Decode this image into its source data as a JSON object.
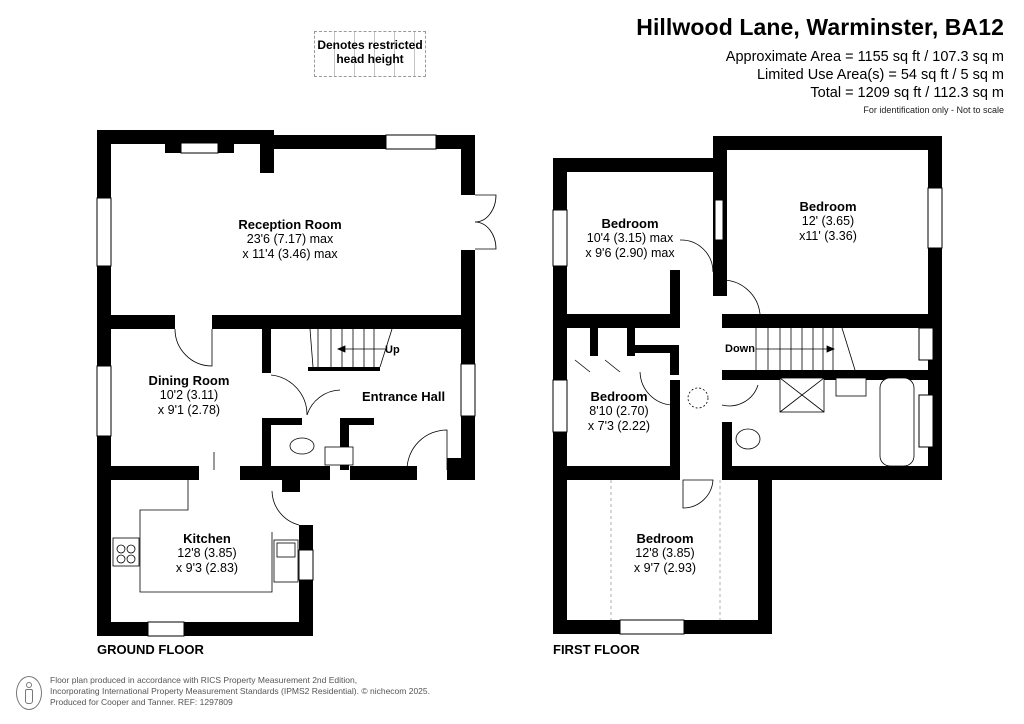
{
  "header": {
    "title": "Hillwood Lane, Warminster, BA12",
    "approximate_area": "Approximate Area = 1155 sq ft / 107.3 sq m",
    "limited_use_area": "Limited Use Area(s) = 54 sq ft / 5 sq m",
    "total": "Total = 1209 sq ft / 112.3 sq m",
    "disclaimer": "For identification only - Not to scale"
  },
  "legend": {
    "line1": "Denotes restricted",
    "line2": "head height"
  },
  "ground_floor": {
    "label": "GROUND FLOOR",
    "rooms": [
      {
        "name": "Reception Room",
        "dim1": "23'6 (7.17) max",
        "dim2": "x 11'4 (3.46) max"
      },
      {
        "name": "Dining Room",
        "dim1": "10'2 (3.11)",
        "dim2": "x 9'1 (2.78)"
      },
      {
        "name": "Entrance Hall"
      },
      {
        "name": "Kitchen",
        "dim1": "12'8 (3.85)",
        "dim2": "x 9'3 (2.83)"
      }
    ],
    "stairs_label": "Up"
  },
  "first_floor": {
    "label": "FIRST FLOOR",
    "rooms": [
      {
        "name": "Bedroom",
        "dim1": "10'4 (3.15) max",
        "dim2": "x 9'6 (2.90) max"
      },
      {
        "name": "Bedroom",
        "dim1": "12' (3.65)",
        "dim2": "x11' (3.36)"
      },
      {
        "name": "Bedroom",
        "dim1": "8'10 (2.70)",
        "dim2": "x 7'3 (2.22)"
      },
      {
        "name": "Bedroom",
        "dim1": "12'8 (3.85)",
        "dim2": "x 9'7 (2.93)"
      }
    ],
    "stairs_label": "Down"
  },
  "footer": {
    "line1": "Floor plan produced in accordance with RICS Property Measurement 2nd Edition,",
    "line2": "Incorporating International Property Measurement Standards (IPMS2 Residential).   © nichecom 2025.",
    "line3": "Produced for Cooper and Tanner.   REF:  1297809"
  },
  "colors": {
    "wall": "#000000",
    "background": "#ffffff",
    "restricted_dash": "#9a9a9a",
    "footer_text": "#555555"
  }
}
